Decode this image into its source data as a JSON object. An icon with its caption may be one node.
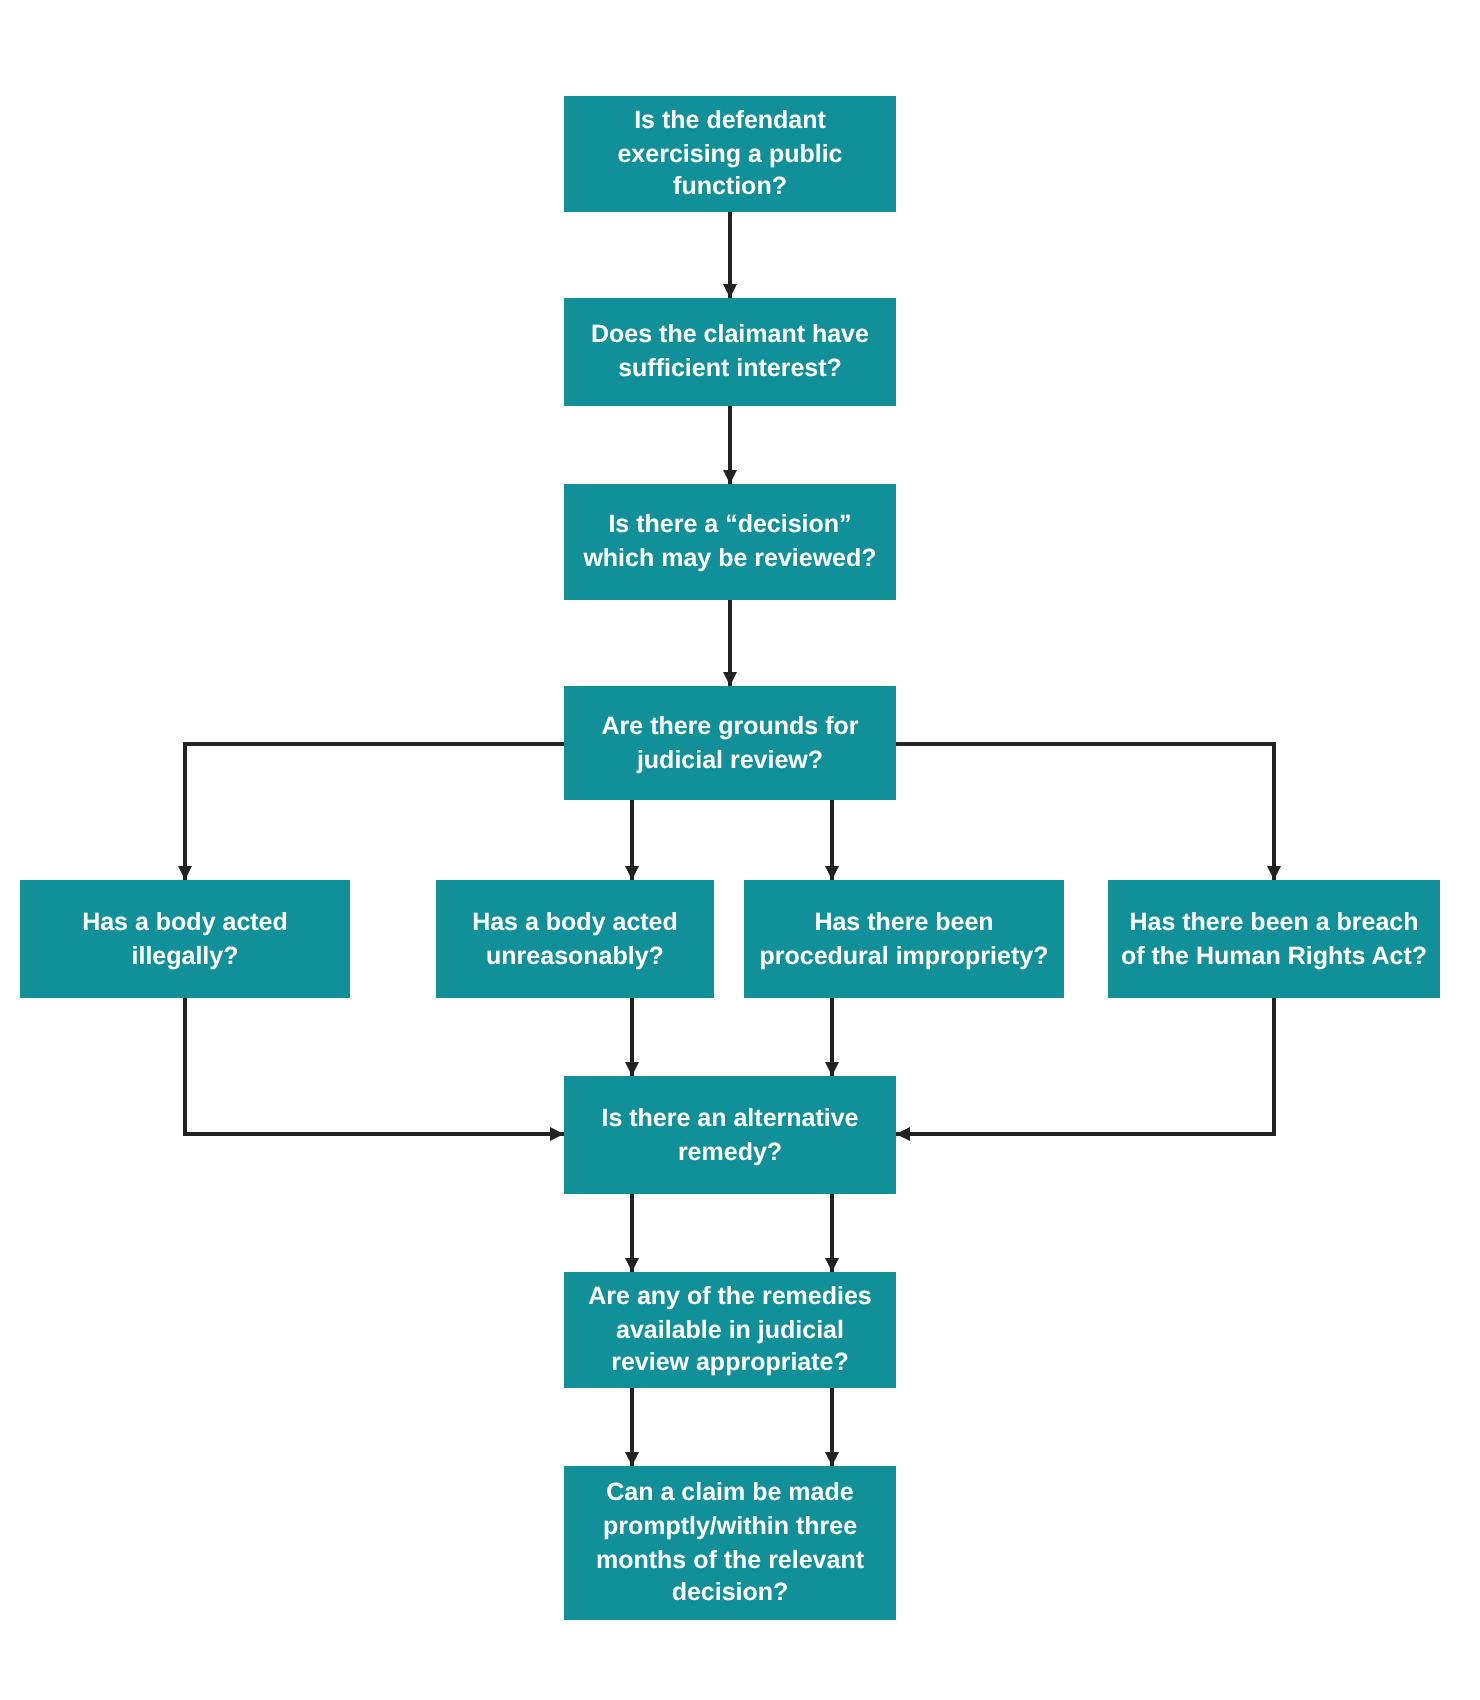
{
  "diagram": {
    "nodes": [
      {
        "text": [
          "Is the defendant exercising a public function?"
        ]
      },
      {
        "text": [
          "Does the claimant have sufficient interest?"
        ]
      },
      {
        "text": [
          "Is there a “decision” which may be reviewed?"
        ]
      },
      {
        "text": [
          "Are there grounds for judicial review?"
        ]
      },
      {
        "text": [
          "Has a body acted illegally?"
        ]
      },
      {
        "text": [
          "Has a body acted unreasonably?"
        ]
      },
      {
        "text": [
          "Has there been procedural impropriety?"
        ]
      },
      {
        "text": [
          "Has there been a breach of the Human Rights Act?"
        ]
      },
      {
        "text": [
          "Is there an alternative remedy?"
        ]
      },
      {
        "text": [
          "Are any of the remedies available in judicial review appropriate?"
        ]
      },
      {
        "text": [
          "Can a claim be made promptly/within three months of the relevant decision?"
        ]
      }
    ],
    "edges": [
      {
        "from": 0,
        "to": 1,
        "arrow": "to"
      },
      {
        "from": 1,
        "to": 2,
        "arrow": "to"
      },
      {
        "from": 2,
        "to": 3,
        "arrow": "to"
      },
      {
        "from": 3,
        "to": 4,
        "arrow": "to"
      },
      {
        "from": 3,
        "to": 5,
        "arrow": "to"
      },
      {
        "from": 3,
        "to": 6,
        "arrow": "to"
      },
      {
        "from": 3,
        "to": 7,
        "arrow": "to"
      },
      {
        "from": 4,
        "to": 8,
        "arrow": "to"
      },
      {
        "from": 5,
        "to": 8,
        "arrow": "to"
      },
      {
        "from": 6,
        "to": 8,
        "arrow": "to"
      },
      {
        "from": 7,
        "to": 8,
        "arrow": "to"
      },
      {
        "from": 8,
        "to": 9,
        "arrow": "to"
      },
      {
        "from": 8,
        "to": 9,
        "arrow": "to"
      },
      {
        "from": 9,
        "to": 10,
        "arrow": "to"
      },
      {
        "from": 9,
        "to": 10,
        "arrow": "to"
      }
    ]
  }
}
